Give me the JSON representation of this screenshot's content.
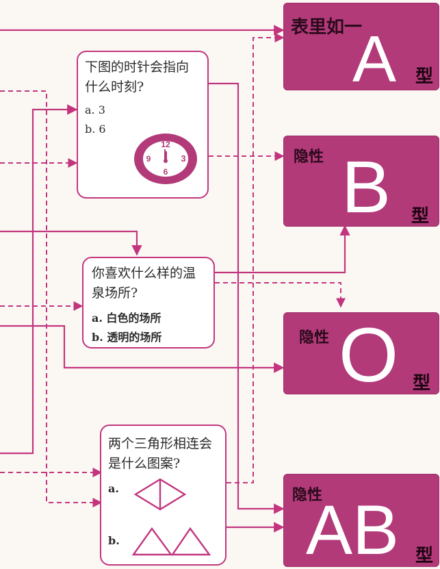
{
  "questions": {
    "clock": {
      "text_line1": "下图的时针会指向",
      "text_line2": "什么时刻?",
      "option_a": "a. 3",
      "option_b": "b. 6",
      "clock_numbers": {
        "n12": "12",
        "n3": "3",
        "n6": "6",
        "n9": "9"
      }
    },
    "spa": {
      "text_line1": "你喜欢什么样的温",
      "text_line2": "泉场所?",
      "option_a": "a. 白色的场所",
      "option_b": "b. 透明的场所"
    },
    "triangles": {
      "text_line1": "两个三角形相连会",
      "text_line2": "是什么图案?",
      "option_a": "a.",
      "option_b": "b."
    }
  },
  "results": {
    "a": {
      "small_label": "表里如一",
      "letter": "A",
      "suffix": "型"
    },
    "b": {
      "small_label": "隐性",
      "letter": "B",
      "suffix": "型"
    },
    "o": {
      "small_label": "隐性",
      "letter": "O",
      "suffix": "型"
    },
    "ab": {
      "small_label": "隐性",
      "letter": "AB",
      "suffix": "型"
    }
  },
  "colors": {
    "accent": "#c2357e",
    "result_fill": "#b23a79",
    "background": "#fbf8f3"
  }
}
